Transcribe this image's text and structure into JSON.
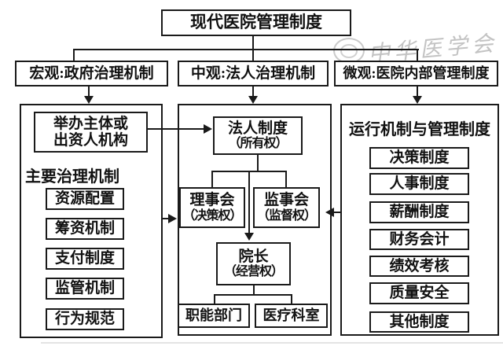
{
  "title": "现代医院管理制度",
  "watermark": {
    "text": "中华医学会"
  },
  "levels": {
    "macro": "宏观:政府治理机制",
    "meso": "中观:法人治理机制",
    "micro": "微观:医院内部管理制度"
  },
  "left_panel": {
    "sponsor_line1": "举办主体或",
    "sponsor_line2": "出资人机构",
    "label": "主要治理机制",
    "items": [
      "资源配置",
      "筹资机制",
      "支付制度",
      "监管机制",
      "行为规范"
    ]
  },
  "middle_panel": {
    "legal_line1": "法人制度",
    "legal_line2": "（所有权）",
    "council_line1": "理事会",
    "council_line2": "（决策权）",
    "supervisor_line1": "监事会",
    "supervisor_line2": "（监督权）",
    "dean_line1": "院长",
    "dean_line2": "（经营权）",
    "func_dept": "职能部门",
    "medical_dept": "医疗科室"
  },
  "right_panel": {
    "label": "运行机制与管理制度",
    "items": [
      "决策制度",
      "人事制度",
      "薪酬制度",
      "财务会计",
      "绩效考核",
      "质量安全",
      "其他制度"
    ]
  },
  "colors": {
    "line": "#1a1a1a",
    "background": "#ffffff",
    "watermark": "#919191"
  }
}
